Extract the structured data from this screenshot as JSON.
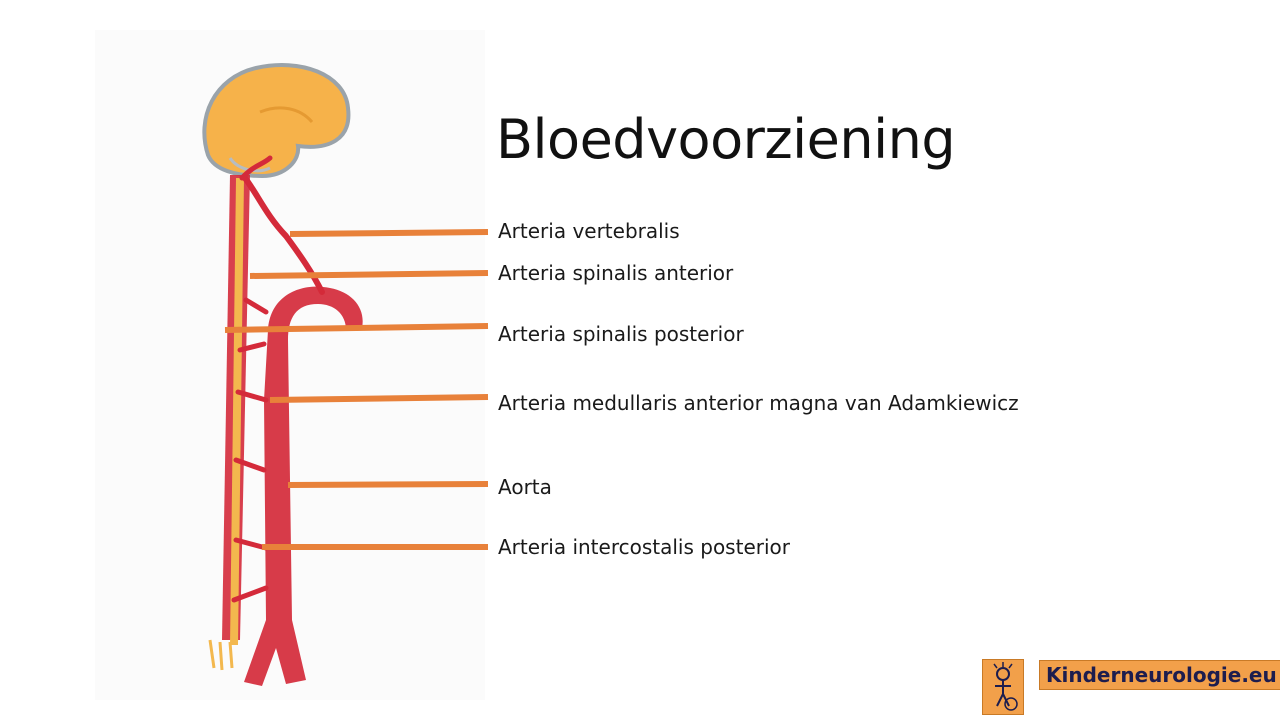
{
  "title": "Bloedvoorziening",
  "labels": [
    "Arteria vertebralis",
    "Arteria spinalis anterior",
    "Arteria spinalis posterior",
    "Arteria medullaris anterior magna van Adamkiewicz",
    "Aorta",
    "Arteria intercostalis posterior"
  ],
  "logo": {
    "text": "Kinderneurologie.eu",
    "icon": "child-figure-icon"
  },
  "colors": {
    "leader_line": "#e8813a",
    "brain": "#f6b24a",
    "artery": "#d42a3a",
    "spinal_cord": "#f3b84e",
    "logo_bg": "#f2a04a"
  }
}
